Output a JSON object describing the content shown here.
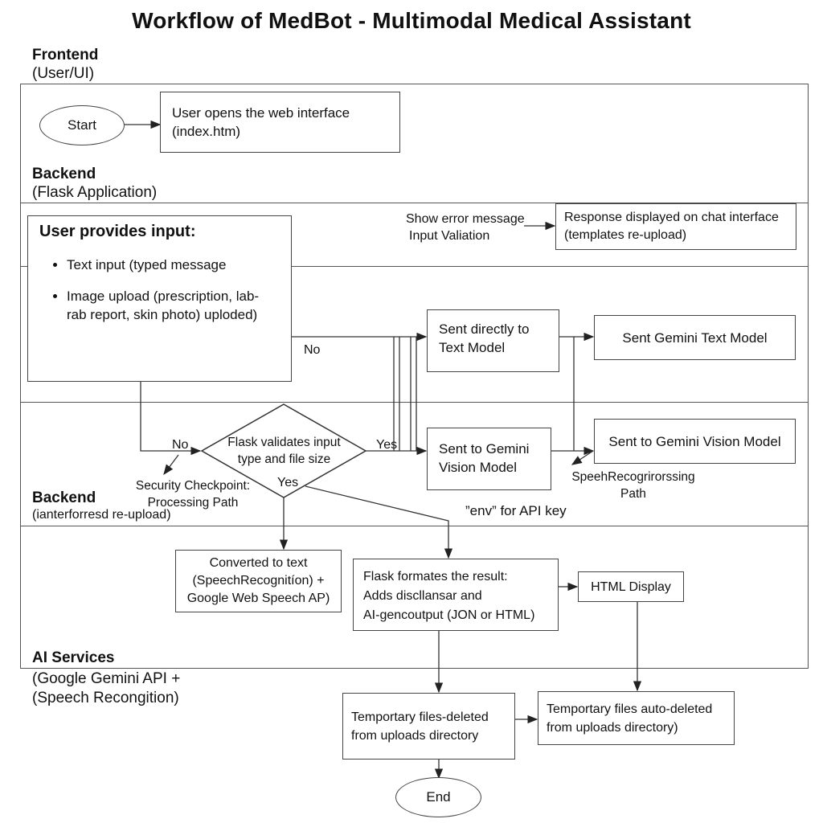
{
  "title": "Workflow of MedBot - Multimodal Medical Assistant",
  "lanes": {
    "frontend": {
      "name": "Frontend",
      "sub": "(User/UI)"
    },
    "backend1": {
      "name": "Backend",
      "sub": "(Flask Application)"
    },
    "backend2": {
      "name": "Backend",
      "sub": "(ianterforresd re-upload)"
    },
    "ai": {
      "name": "AI Services",
      "sub1": "(Google Gemini API +",
      "sub2": "(Speech Recongition)"
    }
  },
  "nodes": {
    "start": "Start",
    "end": "End",
    "opens_web_1": "User opens the web interface",
    "opens_web_2": "(index.htm)",
    "user_input_title": "User provides input:",
    "input_text": "Text input (typed message",
    "input_image": "Image upload (prescription, lab-rab report, skin photo) uploded)",
    "show_error": "Show error message",
    "input_validation": "Input Valiation",
    "response_1": "Response displayed on chat interface",
    "response_2": "(templates re-upload)",
    "sent_text_1": "Sent directly to",
    "sent_text_2": "Text Model",
    "sent_gemini_text": "Sent Gemini Text Model",
    "validate_1": "Flask validates input",
    "validate_2": "type and file size",
    "sent_vision_1": "Sent to Gemini",
    "sent_vision_2": "Vision Model",
    "sent_gemini_vision": "Sent to Gemini Vision Model",
    "security_1": "Security Checkpoint:",
    "security_2": "Processing Path",
    "speech_path_1": "SpeehRecogrirorssing",
    "speech_path_2": "Path",
    "env_note": "”env” for API key",
    "converted_1": "Converted to text",
    "converted_2": "(SpeechRecognitíon) +",
    "converted_3": "Google Web Speech AP)",
    "format_1": "Flask formates the result:",
    "format_2": "Adds discllansar and",
    "format_3": "AI-gencoutput (JON or HTML)",
    "html_display": "HTML Display",
    "temp_1a": "Temportary files-deleted",
    "temp_1b": "from uploads directory",
    "temp_2a": "Temportary files auto-deleted",
    "temp_2b": "from uploads directory)"
  },
  "edge_labels": {
    "no_top": "No",
    "no_left": "No",
    "yes_right": "Yes",
    "yes_bottom": "Yes"
  }
}
